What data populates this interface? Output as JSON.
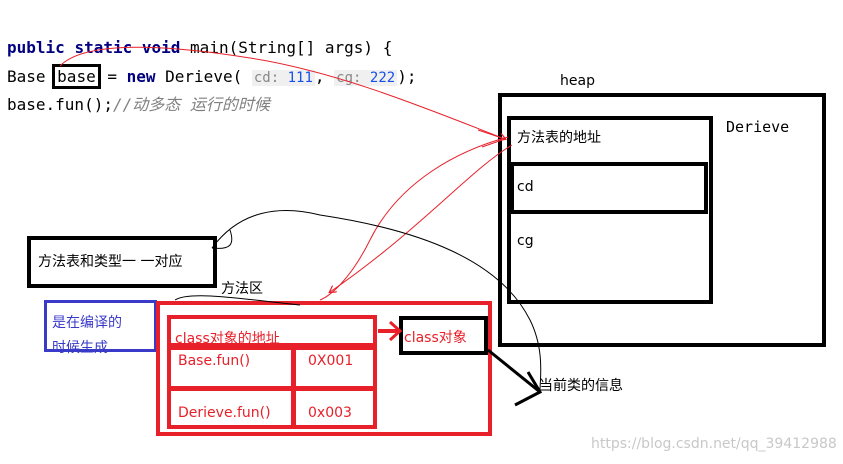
{
  "code": {
    "line1": {
      "kw1": "public",
      "kw2": "static",
      "kw3": "void",
      "rest": " main(String[] args) {"
    },
    "line2": {
      "type": "Base",
      "var": "base",
      "eq": " = ",
      "kw": "new",
      "cls": " Derieve(",
      "hint1_name": "cd:",
      "hint1_val": "111",
      "hint2_name": "cg:",
      "hint2_val": "222",
      "end": ");"
    },
    "line3": {
      "call": "base.fun();",
      "comment": "//动多态 运行的时候"
    }
  },
  "heap": {
    "label": "heap",
    "object_label": "Derieve",
    "slot_method_table": "方法表的地址",
    "slot_cd": "cd",
    "slot_cg": "cg"
  },
  "method_area": {
    "label": "方法区",
    "class_addr": "class对象的地址",
    "rows": [
      {
        "method": "Base.fun()",
        "addr": "0X001"
      },
      {
        "method": "Derieve.fun()",
        "addr": "0x003"
      }
    ],
    "class_object": "class对象",
    "class_info": "当前类的信息"
  },
  "notes": {
    "one_to_one": "方法表和类型一 一对应",
    "compile_time_line1": "是在编译的",
    "compile_time_line2": "时候生成"
  },
  "watermark": "https://blog.csdn.net/qq_39412988",
  "colors": {
    "red": "#e8202a",
    "blue": "#3a3ac8",
    "keyword": "#000080",
    "comment": "#808080"
  }
}
